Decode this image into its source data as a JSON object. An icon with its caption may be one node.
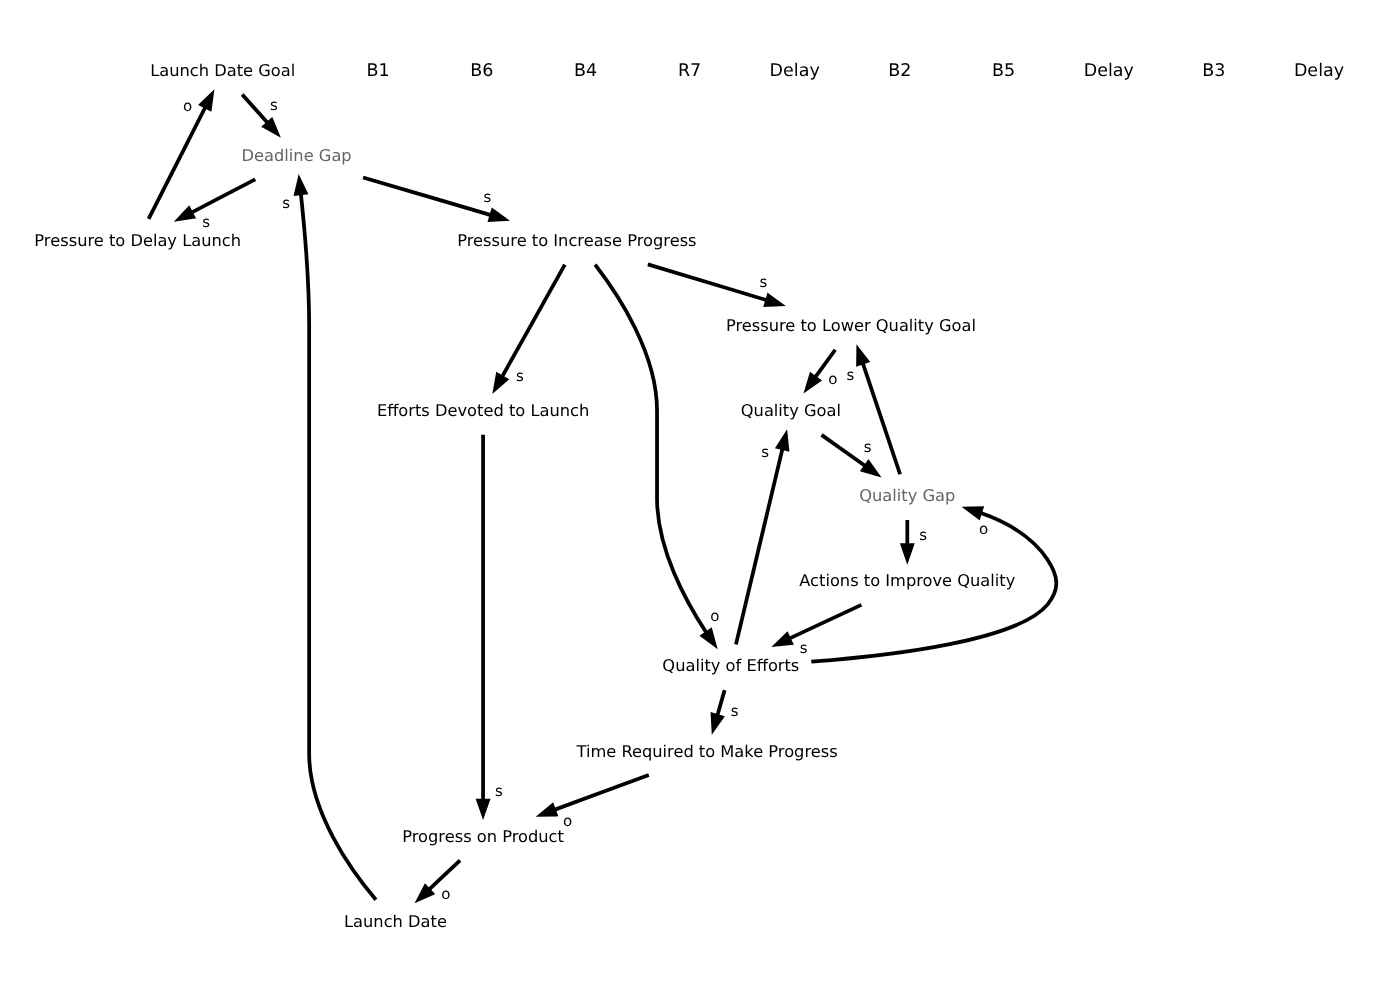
{
  "diagram": {
    "nodes": [
      {
        "text": [
          "Launch Date Goal"
        ]
      },
      {
        "text": [
          "Pressure to Delay Launch"
        ]
      },
      {
        "text": [
          "Deadline Gap"
        ]
      },
      {
        "text": [
          "Launch Date"
        ]
      },
      {
        "text": [
          "Pressure to Increase Progress"
        ]
      },
      {
        "text": [
          "Quality Goal"
        ]
      },
      {
        "text": [
          "Pressure to Lower Quality Goal"
        ]
      },
      {
        "text": [
          "Quality Gap"
        ]
      },
      {
        "text": [
          "Progress on Product"
        ]
      },
      {
        "text": [
          "Efforts Devoted to Launch"
        ]
      },
      {
        "text": [
          "Quality of Efforts"
        ]
      },
      {
        "text": [
          "Actions to Improve Quality"
        ]
      },
      {
        "text": [
          "Time Required to Make Progress"
        ]
      }
    ],
    "edges": [
      {
        "from": 1,
        "to": 0,
        "arrow": "to",
        "label": "o"
      },
      {
        "from": 0,
        "to": 2,
        "arrow": "to",
        "label": "s"
      },
      {
        "from": 2,
        "to": 1,
        "arrow": "to",
        "label": "s"
      },
      {
        "from": 3,
        "to": 2,
        "arrow": "to",
        "label": "s"
      },
      {
        "from": 2,
        "to": 4,
        "arrow": "to",
        "label": "s"
      },
      {
        "from": 4,
        "to": 6,
        "arrow": "to",
        "label": "s"
      },
      {
        "from": 6,
        "to": 5,
        "arrow": "to",
        "label": "o"
      },
      {
        "from": 5,
        "to": 7,
        "arrow": "to",
        "label": "s"
      },
      {
        "from": 7,
        "to": 6,
        "arrow": "to",
        "label": "s"
      },
      {
        "from": 8,
        "to": 3,
        "arrow": "to",
        "label": "o"
      },
      {
        "from": 4,
        "to": 9,
        "arrow": "to",
        "label": "s"
      },
      {
        "from": 4,
        "to": 10,
        "arrow": "to",
        "label": "o"
      },
      {
        "from": 10,
        "to": 5,
        "arrow": "to",
        "label": "s"
      },
      {
        "from": 10,
        "to": 7,
        "arrow": "to",
        "label": "o"
      },
      {
        "from": 7,
        "to": 11,
        "arrow": "to",
        "label": "s"
      },
      {
        "from": 9,
        "to": 8,
        "arrow": "to",
        "label": "s"
      },
      {
        "from": 11,
        "to": 10,
        "arrow": "to",
        "label": "s"
      },
      {
        "from": 10,
        "to": 12,
        "arrow": "to",
        "label": "s"
      },
      {
        "from": 12,
        "to": 8,
        "arrow": "to",
        "label": "o"
      }
    ],
    "labels": [
      "B1",
      "B6",
      "B4",
      "R7",
      "Delay",
      "B2",
      "B5",
      "Delay",
      "B3",
      "Delay"
    ]
  }
}
